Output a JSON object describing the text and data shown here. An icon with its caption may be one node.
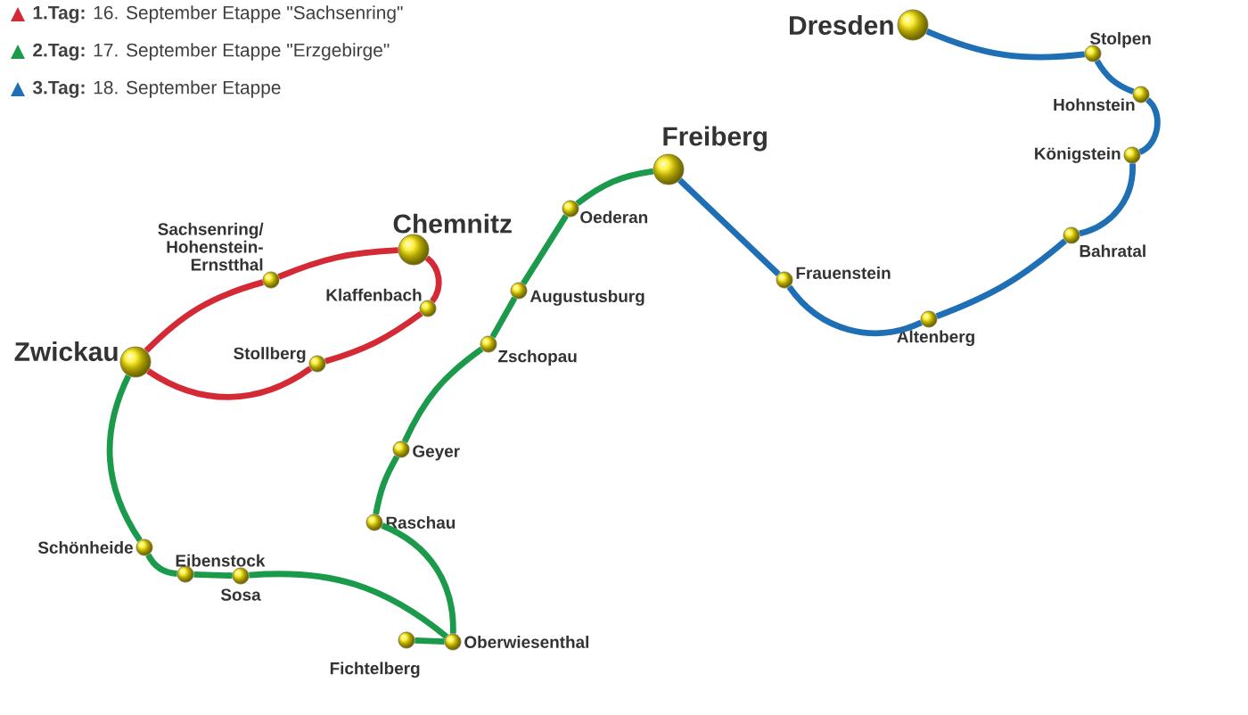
{
  "diagram": {
    "nodes": [
      {
        "text": [
          "Zwickau"
        ]
      },
      {
        "text": [
          "Sachsenring/ Hohenstein-Ernstthal"
        ]
      },
      {
        "text": [
          "Chemnitz"
        ]
      },
      {
        "text": [
          "Klaffenbach"
        ]
      },
      {
        "text": [
          "Stollberg"
        ]
      },
      {
        "text": [
          "Schönheide"
        ]
      },
      {
        "text": [
          "Eibenstock"
        ]
      },
      {
        "text": [
          "Sosa"
        ]
      },
      {
        "text": [
          "Fichtelberg"
        ]
      },
      {
        "text": [
          "Oberwiesenthal"
        ]
      },
      {
        "text": [
          "Raschau"
        ]
      },
      {
        "text": [
          "Geyer"
        ]
      },
      {
        "text": [
          "Zschopau"
        ]
      },
      {
        "text": [
          "Augustusburg"
        ]
      },
      {
        "text": [
          "Oederan"
        ]
      },
      {
        "text": [
          "Freiberg"
        ]
      },
      {
        "text": [
          "Frauenstein"
        ]
      },
      {
        "text": [
          "Altenberg"
        ]
      },
      {
        "text": [
          "Bahratal"
        ]
      },
      {
        "text": [
          "Königstein"
        ]
      },
      {
        "text": [
          "Hohnstein"
        ]
      },
      {
        "text": [
          "Stolpen"
        ]
      },
      {
        "text": [
          "Dresden"
        ]
      }
    ],
    "edges": [
      {
        "from": 0,
        "to": 1,
        "arrow": "none",
        "color": "#d42a35"
      },
      {
        "from": 1,
        "to": 2,
        "arrow": "none",
        "color": "#d42a35"
      },
      {
        "from": 2,
        "to": 3,
        "arrow": "none",
        "color": "#d42a35"
      },
      {
        "from": 3,
        "to": 4,
        "arrow": "none",
        "color": "#d42a35"
      },
      {
        "from": 4,
        "to": 0,
        "arrow": "none",
        "color": "#d42a35"
      },
      {
        "from": 0,
        "to": 5,
        "arrow": "none"
      },
      {
        "from": 5,
        "to": 6,
        "arrow": "none"
      },
      {
        "from": 6,
        "to": 7,
        "arrow": "none"
      },
      {
        "from": 7,
        "to": 9,
        "arrow": "none"
      },
      {
        "from": 9,
        "to": 8,
        "arrow": "none"
      },
      {
        "from": 9,
        "to": 10,
        "arrow": "none"
      },
      {
        "from": 10,
        "to": 11,
        "arrow": "none"
      },
      {
        "from": 11,
        "to": 12,
        "arrow": "none"
      },
      {
        "from": 12,
        "to": 13,
        "arrow": "none"
      },
      {
        "from": 13,
        "to": 14,
        "arrow": "none"
      },
      {
        "from": 14,
        "to": 15,
        "arrow": "none"
      },
      {
        "from": 15,
        "to": 16,
        "arrow": "none",
        "color": "#1f6fb5"
      },
      {
        "from": 16,
        "to": 17,
        "arrow": "none",
        "color": "#1f6fb5"
      },
      {
        "from": 17,
        "to": 18,
        "arrow": "none",
        "color": "#1f6fb5"
      },
      {
        "from": 18,
        "to": 19,
        "arrow": "none",
        "color": "#1f6fb5"
      },
      {
        "from": 19,
        "to": 20,
        "arrow": "none",
        "color": "#1f6fb5"
      },
      {
        "from": 20,
        "to": 21,
        "arrow": "none",
        "color": "#1f6fb5"
      },
      {
        "from": 21,
        "to": 22,
        "arrow": "none",
        "color": "#1f6fb5"
      }
    ],
    "legend": [
      {
        "text": "**1.Tag:** 16. September Etappe \"Sachsenring\"",
        "color": "#d42a35"
      },
      {
        "text": "**2.Tag:** 17. September Etappe \"Erzgebirge\"",
        "color": "#1a9a4a"
      },
      {
        "text": "**3.Tag:** 18. September Etappe",
        "color": "#1f6fb5"
      }
    ]
  }
}
